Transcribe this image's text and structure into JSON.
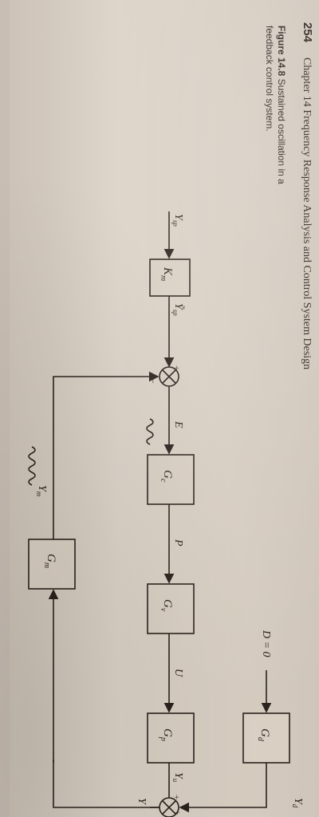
{
  "header": {
    "page_number": "254",
    "running_title": "Chapter 14   Frequency Response Analysis and Control System Design"
  },
  "caption": {
    "label": "Figure 14.8",
    "text_line1": "Sustained oscillation in a",
    "text_line2": "feedback control system."
  },
  "diagram": {
    "blocks": {
      "Km": "K",
      "Km_sub": "m",
      "Gc": "G",
      "Gc_sub": "c",
      "Gv": "G",
      "Gv_sub": "v",
      "Gp": "G",
      "Gp_sub": "p",
      "Gd": "G",
      "Gd_sub": "d",
      "Gm": "G",
      "Gm_sub": "m"
    },
    "signals": {
      "Ysp": "Y",
      "Ysp_sub": "sp",
      "Ysp_tilde": "Ỹ",
      "Ysp_tilde_sub": "sp",
      "E": "E",
      "P": "P",
      "U": "U",
      "Yu": "Y",
      "Yu_sub": "u",
      "Yd": "Y",
      "Yd_sub": "d",
      "Y": "Y",
      "Ym": "Y",
      "Ym_sub": "m",
      "D": "D = 0"
    },
    "junctions": {
      "plus1": "+",
      "minus1": "−",
      "plus2a": "+",
      "plus2b": "+"
    }
  }
}
